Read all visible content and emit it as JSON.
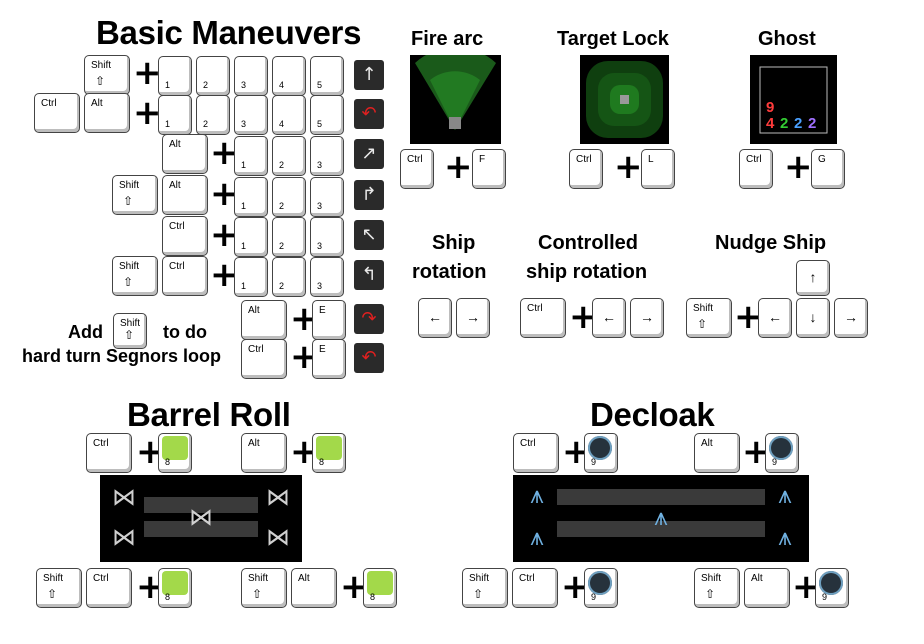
{
  "titles": {
    "basic": "Basic Maneuvers",
    "fire_arc": "Fire arc",
    "target_lock": "Target Lock",
    "ghost": "Ghost",
    "ship_rotation_1": "Ship",
    "ship_rotation_2": "rotation",
    "controlled_1": "Controlled",
    "controlled_2": "ship rotation",
    "nudge": "Nudge Ship",
    "barrel_roll": "Barrel Roll",
    "decloak": "Decloak"
  },
  "keys": {
    "shift": "Shift",
    "ctrl": "Ctrl",
    "alt": "Alt",
    "n1": "1",
    "n2": "2",
    "n3": "3",
    "n4": "4",
    "n5": "5",
    "e": "E",
    "f": "F",
    "l": "L",
    "g": "G",
    "n8": "8",
    "n9": "9",
    "shift_glyph": "⇧",
    "left": "←",
    "right": "→",
    "up": "↑",
    "down": "↓"
  },
  "plus": "+",
  "notes": {
    "add": "Add",
    "to_do": "to do",
    "hard_turn": "hard turn Segnors loop"
  },
  "maneuver_icons": [
    "straight-icon",
    "k-turn-icon",
    "bank-right-icon",
    "hard-right-icon",
    "bank-left-icon",
    "hard-left-icon",
    "segnor-right-icon",
    "segnor-left-icon"
  ],
  "ghost_numbers": {
    "top": "9",
    "bottom": [
      "4",
      "2",
      "2",
      "2"
    ]
  },
  "colors": {
    "green": "#1f8a1f",
    "maneuver_red": "#e02020",
    "key_border": "#444444"
  }
}
